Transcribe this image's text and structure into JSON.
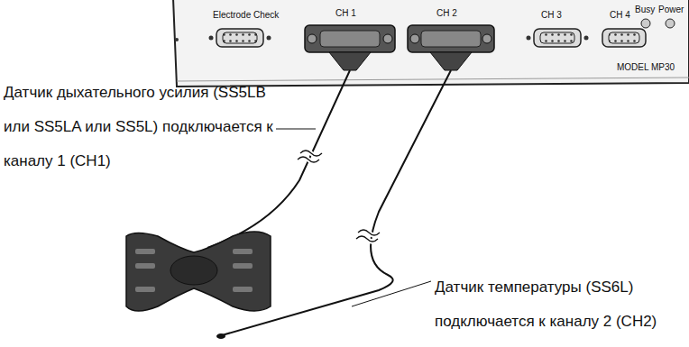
{
  "diagram": {
    "nodes": [
      {
        "text": [
          "Electrode Check",
          "CH 1",
          "CH 2",
          "CH 3",
          "CH 4",
          "Busy",
          "Power",
          "MODEL MP30"
        ]
      }
    ],
    "labels": [
      "Датчик дыхательного усилия (SS5LB или SS5LA или SS5L) подключается к каналу 1 (CH1)",
      "Датчик температуры (SS6L) подключается к каналу 2 (CH2)"
    ]
  }
}
